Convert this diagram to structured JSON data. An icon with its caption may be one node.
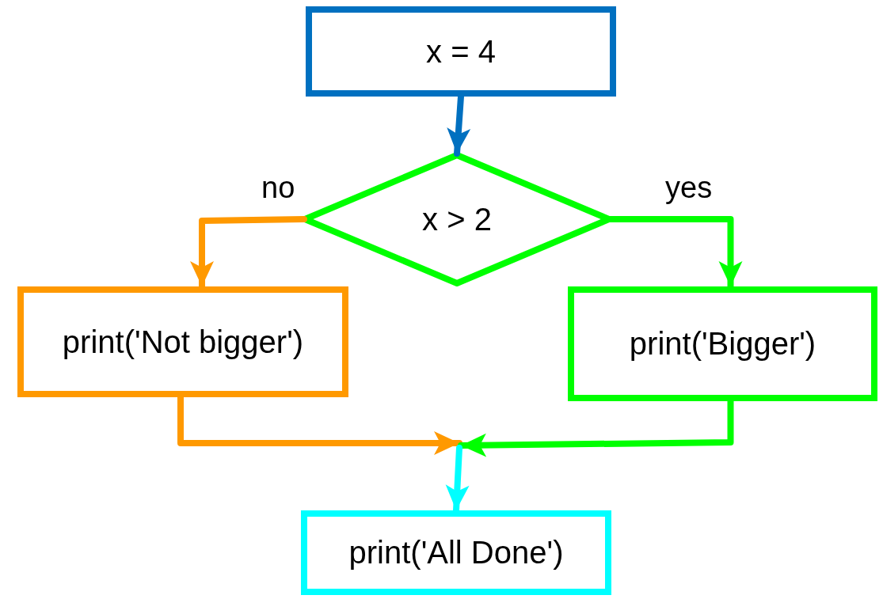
{
  "diagram": {
    "nodes": [
      {
        "text": [
          "x = 4"
        ]
      },
      {
        "text": [
          "x > 2"
        ]
      },
      {
        "text": [
          "print('Not bigger')"
        ]
      },
      {
        "text": [
          "print('Bigger')"
        ]
      },
      {
        "text": [
          "print('All Done')"
        ]
      }
    ],
    "edges": [
      {
        "from": 0,
        "to": 1,
        "arrow": "to",
        "color": "#0070c0"
      },
      {
        "from": 1,
        "to": 2,
        "arrow": "to",
        "label": "no",
        "color": "#ff9900"
      },
      {
        "from": 1,
        "to": 3,
        "arrow": "to",
        "label": "yes",
        "color": "#00ff00"
      },
      {
        "from": 2,
        "to": null,
        "arrow": "to",
        "color": "#ff9900"
      },
      {
        "from": 3,
        "to": null,
        "arrow": "to",
        "color": "#00ff00"
      },
      {
        "from": null,
        "to": 4,
        "arrow": "to",
        "color": "#00ffff"
      }
    ]
  }
}
